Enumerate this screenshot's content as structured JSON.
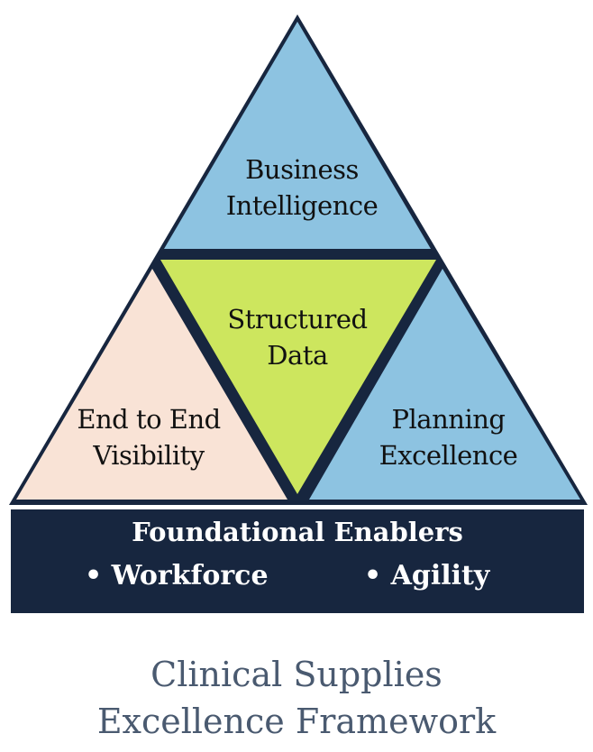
{
  "segments": {
    "top": "Business Intelligence",
    "top_lines": [
      "Business",
      "Intelligence"
    ],
    "center_lines": [
      "Structured",
      "Data"
    ],
    "left_lines": [
      "End to End",
      "Visibility"
    ],
    "right_lines": [
      "Planning",
      "Excellence"
    ]
  },
  "enablers": {
    "title": "Foundational Enablers",
    "items": [
      "• Workforce",
      "• Agility"
    ]
  },
  "footer": {
    "lines": [
      "Clinical Supplies",
      "Excellence Framework"
    ]
  },
  "colors": {
    "navy": "#17263f",
    "blue": "#8dc3e1",
    "peach": "#f9e3d6",
    "green": "#cde65e"
  }
}
